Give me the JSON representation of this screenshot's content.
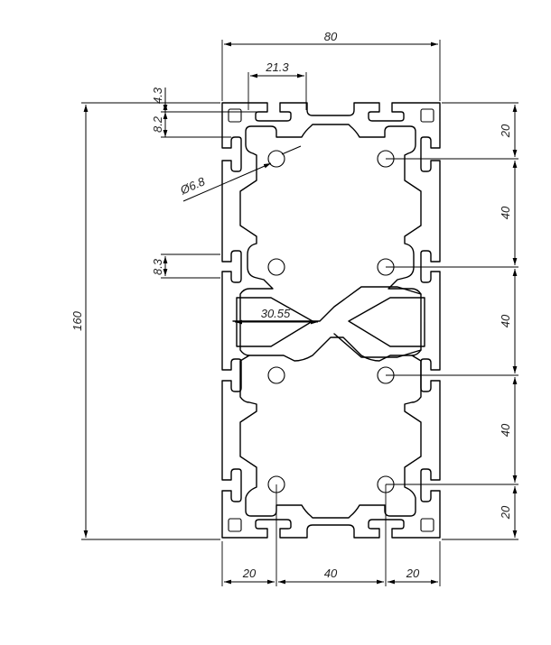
{
  "dimensions": {
    "width_total": "80",
    "slot_pitch": "21.3",
    "slot_depth_top": "4.3",
    "slot_depth_inner": "8.2",
    "hole_diameter": "Ø6.8",
    "height_total": "160",
    "side_slot": "8.3",
    "cavity_width": "30.55",
    "right_20_top": "20",
    "right_40_a": "40",
    "right_40_b": "40",
    "right_40_c": "40",
    "right_20_bottom": "20",
    "bottom_20_left": "20",
    "bottom_40": "40",
    "bottom_20_right": "20"
  }
}
